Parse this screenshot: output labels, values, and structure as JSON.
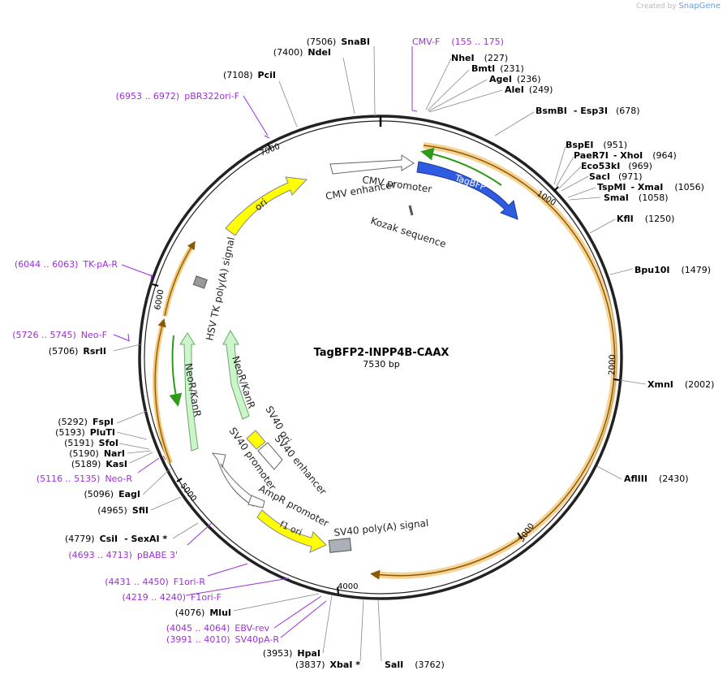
{
  "credit": {
    "prefix": "Created by",
    "brand": "SnapGene"
  },
  "plasmid": {
    "name": "TagBFP2-INPP4B-CAAX",
    "length": "7530 bp"
  },
  "ticks": [
    "1000",
    "2000",
    "3000",
    "4000",
    "5000",
    "6000",
    "7000"
  ],
  "sites": [
    {
      "pos": "(7506)",
      "name": "SnaBI"
    },
    {
      "pos": "(7400)",
      "name": "NdeI"
    },
    {
      "pos": "(7108)",
      "name": "PciI"
    },
    {
      "pos": "(227)",
      "name": "NheI"
    },
    {
      "pos": "(231)",
      "name": "BmtI"
    },
    {
      "pos": "(236)",
      "name": "AgeI"
    },
    {
      "pos": "(249)",
      "name": "AleI"
    },
    {
      "pos": "(678)",
      "name": "BsmBI",
      "name2": "Esp3I"
    },
    {
      "pos": "(951)",
      "name": "BspEI"
    },
    {
      "pos": "(964)",
      "name": "PaeR7I",
      "name2": "XhoI"
    },
    {
      "pos": "(969)",
      "name": "Eco53kI"
    },
    {
      "pos": "(971)",
      "name": "SacI"
    },
    {
      "pos": "(1056)",
      "name": "TspMI",
      "name2": "XmaI"
    },
    {
      "pos": "(1058)",
      "name": "SmaI"
    },
    {
      "pos": "(1250)",
      "name": "KflI"
    },
    {
      "pos": "(1479)",
      "name": "Bpu10I"
    },
    {
      "pos": "(2002)",
      "name": "XmnI"
    },
    {
      "pos": "(2430)",
      "name": "AflIII"
    },
    {
      "pos": "(5706)",
      "name": "RsrII"
    },
    {
      "pos": "(5292)",
      "name": "FspI"
    },
    {
      "pos": "(5193)",
      "name": "PluTI"
    },
    {
      "pos": "(5191)",
      "name": "SfoI"
    },
    {
      "pos": "(5190)",
      "name": "NarI"
    },
    {
      "pos": "(5189)",
      "name": "KasI"
    },
    {
      "pos": "(5096)",
      "name": "EagI"
    },
    {
      "pos": "(4965)",
      "name": "SfiI"
    },
    {
      "pos": "(4779)",
      "name": "CsiI",
      "name2": "SexAI *"
    },
    {
      "pos": "(4076)",
      "name": "MluI"
    },
    {
      "pos": "(3953)",
      "name": "HpaI"
    },
    {
      "pos": "(3837)",
      "name": "XbaI *"
    },
    {
      "pos": "(3762)",
      "name": "SalI"
    }
  ],
  "primers": [
    {
      "name": "CMV-F",
      "range": "(155 .. 175)"
    },
    {
      "name": "pBR322ori-F",
      "range": "(6953 .. 6972)"
    },
    {
      "name": "TK-pA-R",
      "range": "(6044 .. 6063)"
    },
    {
      "name": "Neo-F",
      "range": "(5726 .. 5745)"
    },
    {
      "name": "Neo-R",
      "range": "(5116 .. 5135)"
    },
    {
      "name": "pBABE 3'",
      "range": "(4693 .. 4713)"
    },
    {
      "name": "F1ori-R",
      "range": "(4431 .. 4450)"
    },
    {
      "name": "F1ori-F",
      "range": "(4219 .. 4240)"
    },
    {
      "name": "EBV-rev",
      "range": "(4045 .. 4064)"
    },
    {
      "name": "SV40pA-R",
      "range": "(3991 .. 4010)"
    }
  ],
  "features": [
    {
      "name": "CMV enhancer",
      "color": "#ffffff"
    },
    {
      "name": "CMV promoter",
      "color": "#ffffff"
    },
    {
      "name": "TagBFP",
      "color": "#2f5be0"
    },
    {
      "name": "Kozak sequence",
      "color": "#555555"
    },
    {
      "name": "ori",
      "color": "#ffff00"
    },
    {
      "name": "HSV TK poly(A) signal",
      "color": "#999999"
    },
    {
      "name": "NeoR/KanR",
      "color": "#ccf5cc"
    },
    {
      "name": "NeoR/KanR",
      "color": "#ccf5cc"
    },
    {
      "name": "SV40 ori",
      "color": "#ffff00"
    },
    {
      "name": "SV40 enhancer",
      "color": "#ffffff"
    },
    {
      "name": "SV40 promoter",
      "color": "#ffffff"
    },
    {
      "name": "AmpR promoter",
      "color": "#ffffff"
    },
    {
      "name": "f1 ori",
      "color": "#ffff00"
    },
    {
      "name": "SV40 poly(A) signal",
      "color": "#999999"
    }
  ],
  "colors": {
    "primer": "#9b30d9",
    "orf": "#f4c87a",
    "orf_line": "#8a5a00",
    "green_line": "#2e9a1a",
    "backbone": "#222222"
  }
}
